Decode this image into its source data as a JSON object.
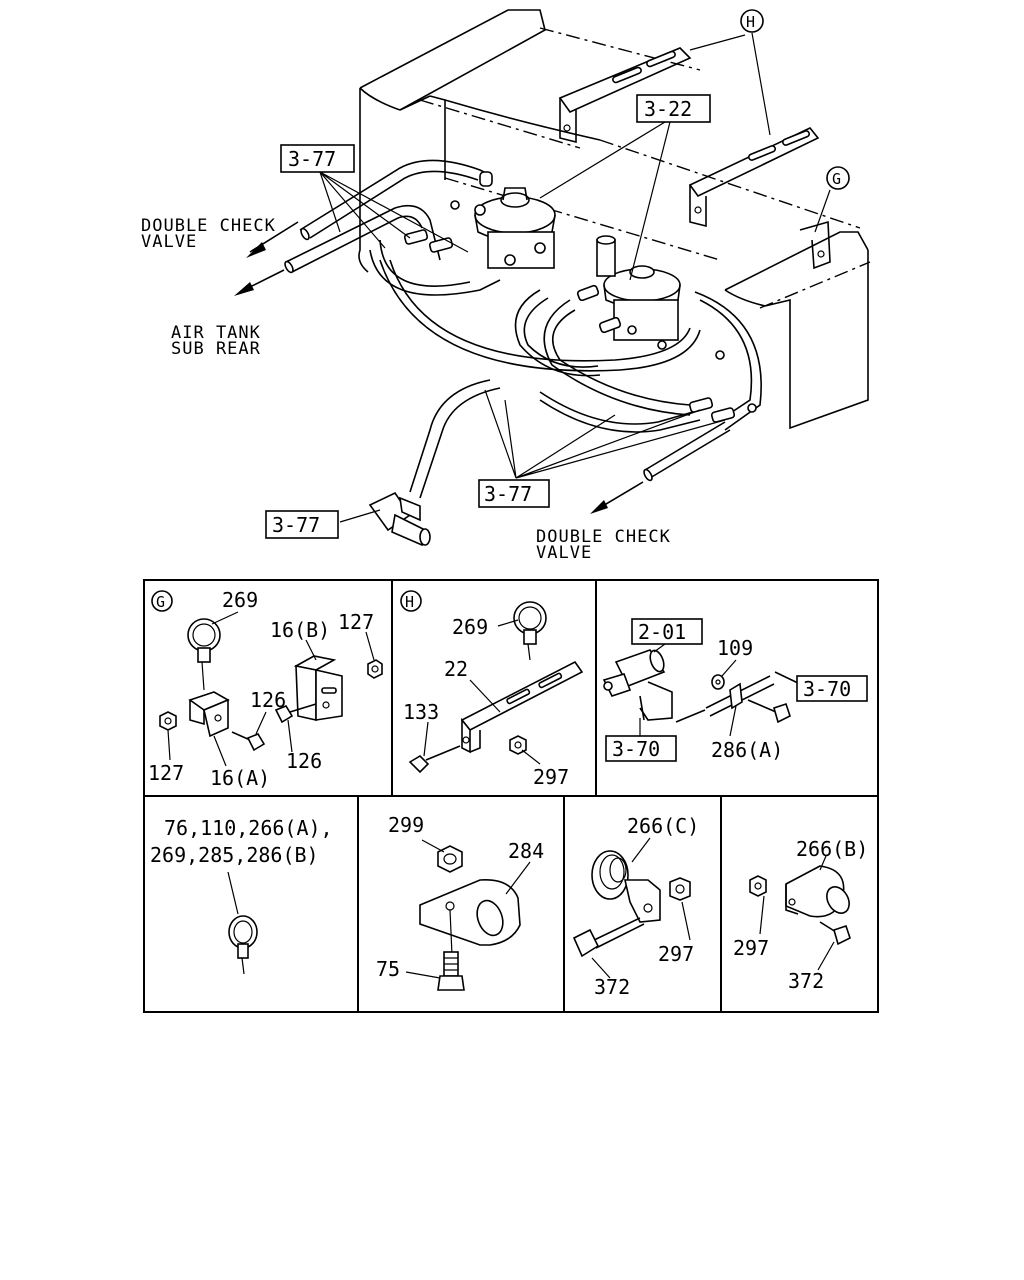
{
  "top": {
    "callouts": {
      "ref_3_77_a": "3-77",
      "ref_3_22": "3-22",
      "ref_3_77_b": "3-77",
      "ref_3_77_c": "3-77"
    },
    "circle_refs": {
      "h": "H",
      "g": "G"
    },
    "labels": {
      "double_check_valve_left_1": "DOUBLE CHECK",
      "double_check_valve_left_2": "VALVE",
      "air_tank_1": "AIR TANK",
      "air_tank_2": "SUB REAR",
      "double_check_valve_right_1": "DOUBLE CHECK",
      "double_check_valve_right_2": "VALVE"
    }
  },
  "panels": {
    "g": {
      "ref": "G",
      "p269": "269",
      "p16b": "16(B)",
      "p127_top": "127",
      "p126_top": "126",
      "p126_bot": "126",
      "p127_bot": "127",
      "p16a": "16(A)"
    },
    "h": {
      "ref": "H",
      "p269": "269",
      "p22": "22",
      "p133": "133",
      "p297": "297"
    },
    "i": {
      "ref_2_01": "2-01",
      "p109": "109",
      "ref_3_70_right": "3-70",
      "ref_3_70_left": "3-70",
      "p286a": "286(A)"
    },
    "j": {
      "line1": "76,110,266(A),",
      "line2": "269,285,286(B)"
    },
    "k": {
      "p299": "299",
      "p284": "284",
      "p75": "75"
    },
    "l": {
      "p266c": "266(C)",
      "p297": "297",
      "p372": "372"
    },
    "m": {
      "p266b": "266(B)",
      "p297": "297",
      "p372": "372"
    }
  }
}
